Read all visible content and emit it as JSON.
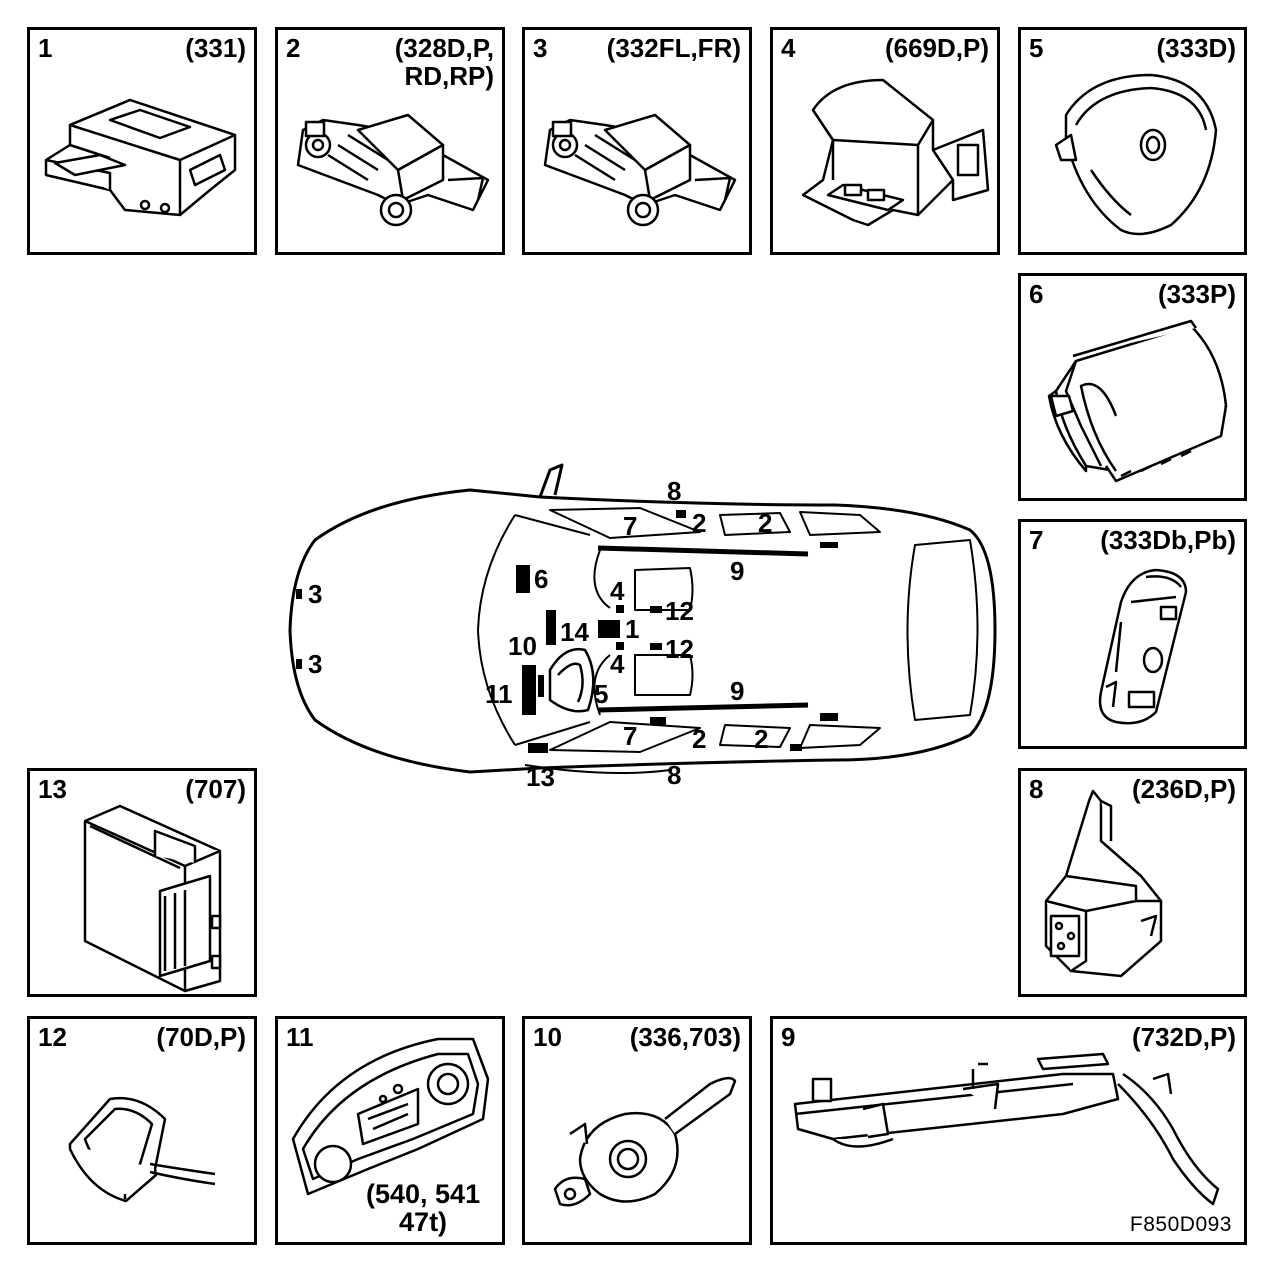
{
  "panels": [
    {
      "num": "1",
      "code": "(331)",
      "icon": "airbag-control-module-icon"
    },
    {
      "num": "2",
      "code": "(328D,P,\nRD,RP)",
      "icon": "side-impact-sensor-icon"
    },
    {
      "num": "3",
      "code": "(332FL,FR)",
      "icon": "front-impact-sensor-icon"
    },
    {
      "num": "4",
      "code": "(669D,P)",
      "icon": "pillar-sensor-icon"
    },
    {
      "num": "5",
      "code": "(333D)",
      "icon": "steering-wheel-airbag-icon"
    },
    {
      "num": "6",
      "code": "(333P)",
      "icon": "passenger-airbag-icon"
    },
    {
      "num": "7",
      "code": "(333Db,Pb)",
      "icon": "seat-side-airbag-icon"
    },
    {
      "num": "8",
      "code": "(236D,P)",
      "icon": "seatbelt-pretensioner-icon"
    },
    {
      "num": "13",
      "code": "(707)",
      "icon": "control-unit-icon"
    },
    {
      "num": "12",
      "code": "(70D,P)",
      "icon": "seat-occupancy-sensor-icon"
    },
    {
      "num": "11",
      "code": "(540, 541\n47t)",
      "icon": "instrument-cluster-icon"
    },
    {
      "num": "10",
      "code": "(336,703)",
      "icon": "steering-column-switch-icon"
    },
    {
      "num": "9",
      "code": "(732D,P)",
      "icon": "curtain-airbag-icon"
    }
  ],
  "car_labels": {
    "n8_top": "8",
    "n7_top": "7",
    "n2_top_a": "2",
    "n2_top_b": "2",
    "n9_top": "9",
    "n6": "6",
    "n3_a": "3",
    "n3_b": "3",
    "n4_top": "4",
    "n12_top": "12",
    "n14": "14",
    "n1": "1",
    "n10": "10",
    "n4_bot": "4",
    "n12_bot": "12",
    "n11": "11",
    "n5": "5",
    "n9_bot": "9",
    "n7_bot": "7",
    "n2_bot_a": "2",
    "n2_bot_b": "2",
    "n13": "13",
    "n8_bot": "8"
  },
  "reference_code": "F850D093"
}
